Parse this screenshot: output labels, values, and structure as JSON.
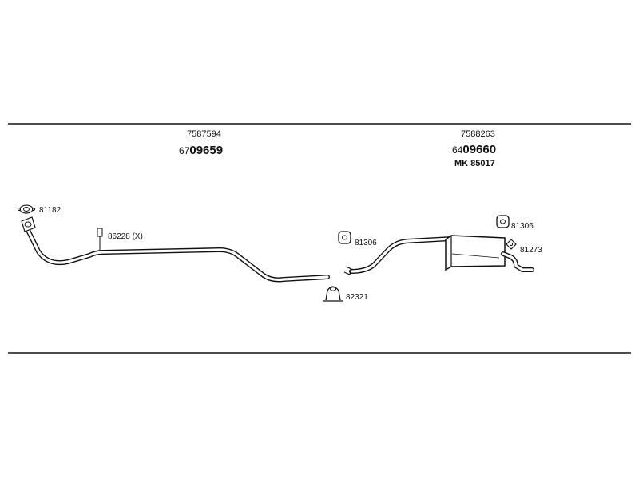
{
  "assemblies": {
    "front": {
      "code": "7587594",
      "prefix": "67",
      "number": "09659"
    },
    "rear": {
      "code": "7588263",
      "prefix": "64",
      "number": "09660",
      "kit": "MK  85017"
    }
  },
  "parts": {
    "gasket_front": "81182",
    "clamp_mid": "86228 (X)",
    "hanger_rear_pipe": "81306",
    "clamp_joint": "82321",
    "hanger_muffler": "81306",
    "tailpipe_part": "81273"
  }
}
